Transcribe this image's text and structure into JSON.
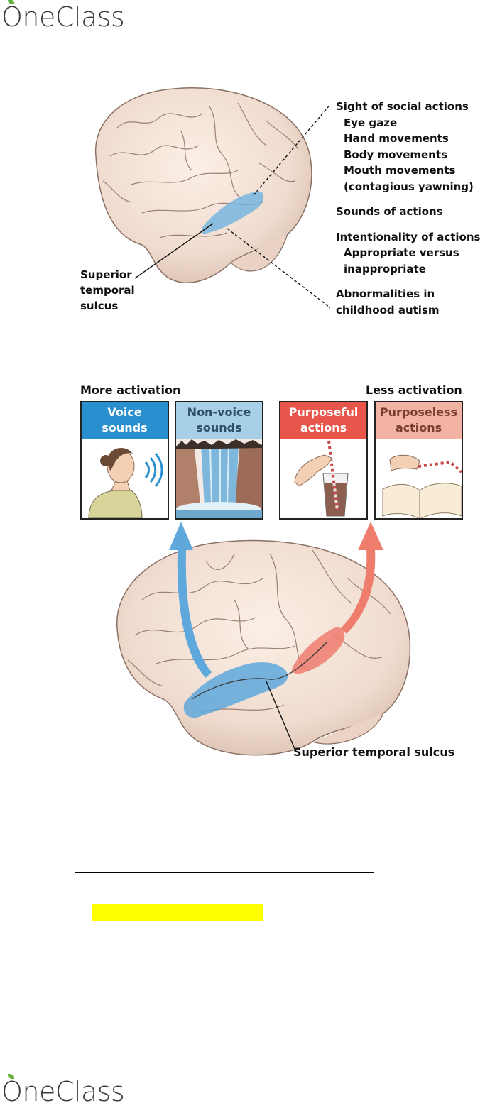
{
  "logo": {
    "text_o": "O",
    "text_rest": "neClass",
    "leaf_color": "#5fb236"
  },
  "figure1": {
    "brain_label": [
      "Superior",
      "temporal",
      "sulcus"
    ],
    "list": [
      {
        "text": "Sight of social actions",
        "indent": false,
        "gap": false
      },
      {
        "text": "Eye gaze",
        "indent": true,
        "gap": false
      },
      {
        "text": "Hand movements",
        "indent": true,
        "gap": false
      },
      {
        "text": "Body movements",
        "indent": true,
        "gap": false
      },
      {
        "text": "Mouth movements",
        "indent": true,
        "gap": false
      },
      {
        "text": "(contagious yawning)",
        "indent": true,
        "gap": false
      },
      {
        "text": "Sounds of actions",
        "indent": false,
        "gap": true
      },
      {
        "text": "Intentionality of actions",
        "indent": false,
        "gap": true
      },
      {
        "text": "Appropriate versus",
        "indent": true,
        "gap": false
      },
      {
        "text": "inappropriate",
        "indent": true,
        "gap": false
      },
      {
        "text": "Abnormalities in",
        "indent": false,
        "gap": true
      },
      {
        "text": "childhood autism",
        "indent": false,
        "gap": false
      }
    ]
  },
  "figure2": {
    "more_label": "More activation",
    "less_label": "Less activation",
    "panels": [
      {
        "line1": "Voice",
        "line2": "sounds",
        "color": "#2a8fcf"
      },
      {
        "line1": "Non-voice",
        "line2": "sounds",
        "color": "#a8cfe8"
      },
      {
        "line1": "Purposeful",
        "line2": "actions",
        "color": "#e8554b"
      },
      {
        "line1": "Purposeless",
        "line2": "actions",
        "color": "#f2b3a3"
      }
    ],
    "brain_label": "Superior temporal sulcus",
    "blue_color": "#5ea8dc",
    "red_color": "#ef7d6e"
  }
}
